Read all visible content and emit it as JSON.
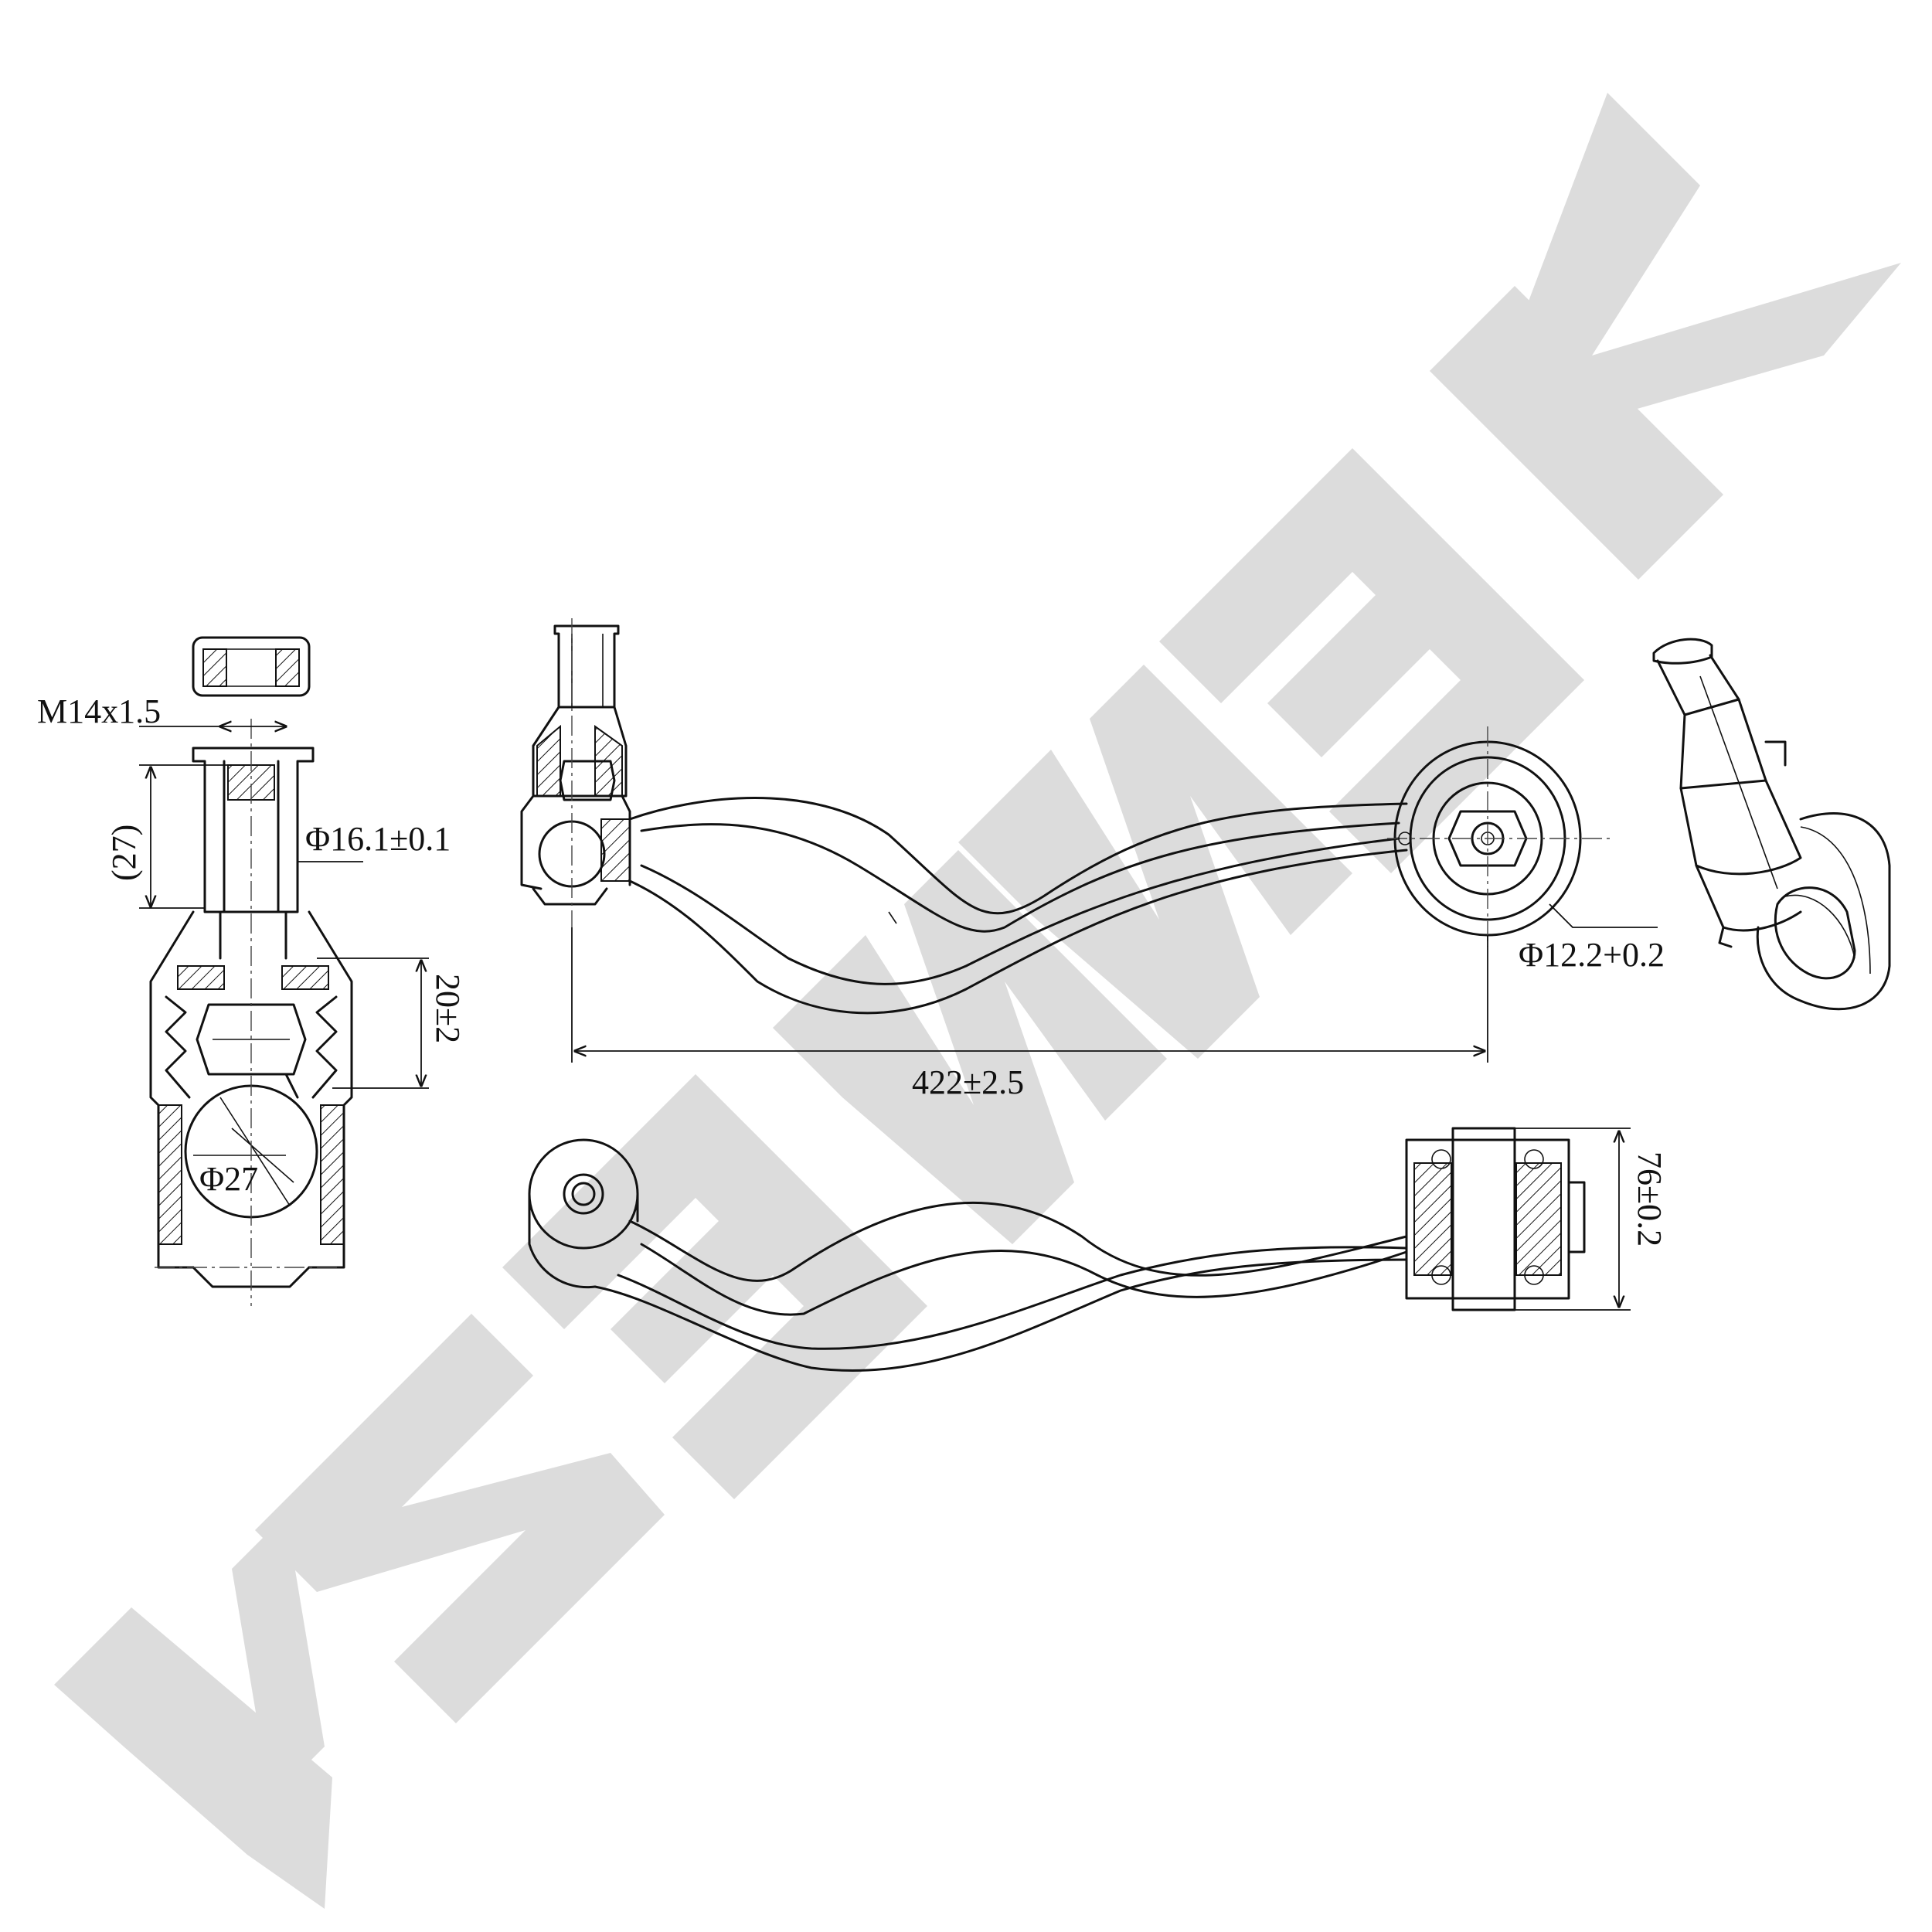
{
  "watermark": {
    "text": "ZENNEK",
    "color": "#d9d9d9"
  },
  "dimensions": {
    "thread": "M14x1.5",
    "stud_length": "(27)",
    "stud_diameter": "Φ16.1±0.1",
    "boot_height": "20±2",
    "ball_diameter": "Φ27",
    "bushing_bore": "Φ12.2+0.2",
    "arm_length": "422±2.5",
    "bushing_width": "76±0.2"
  },
  "colors": {
    "line": "#111111",
    "background": "#ffffff"
  }
}
